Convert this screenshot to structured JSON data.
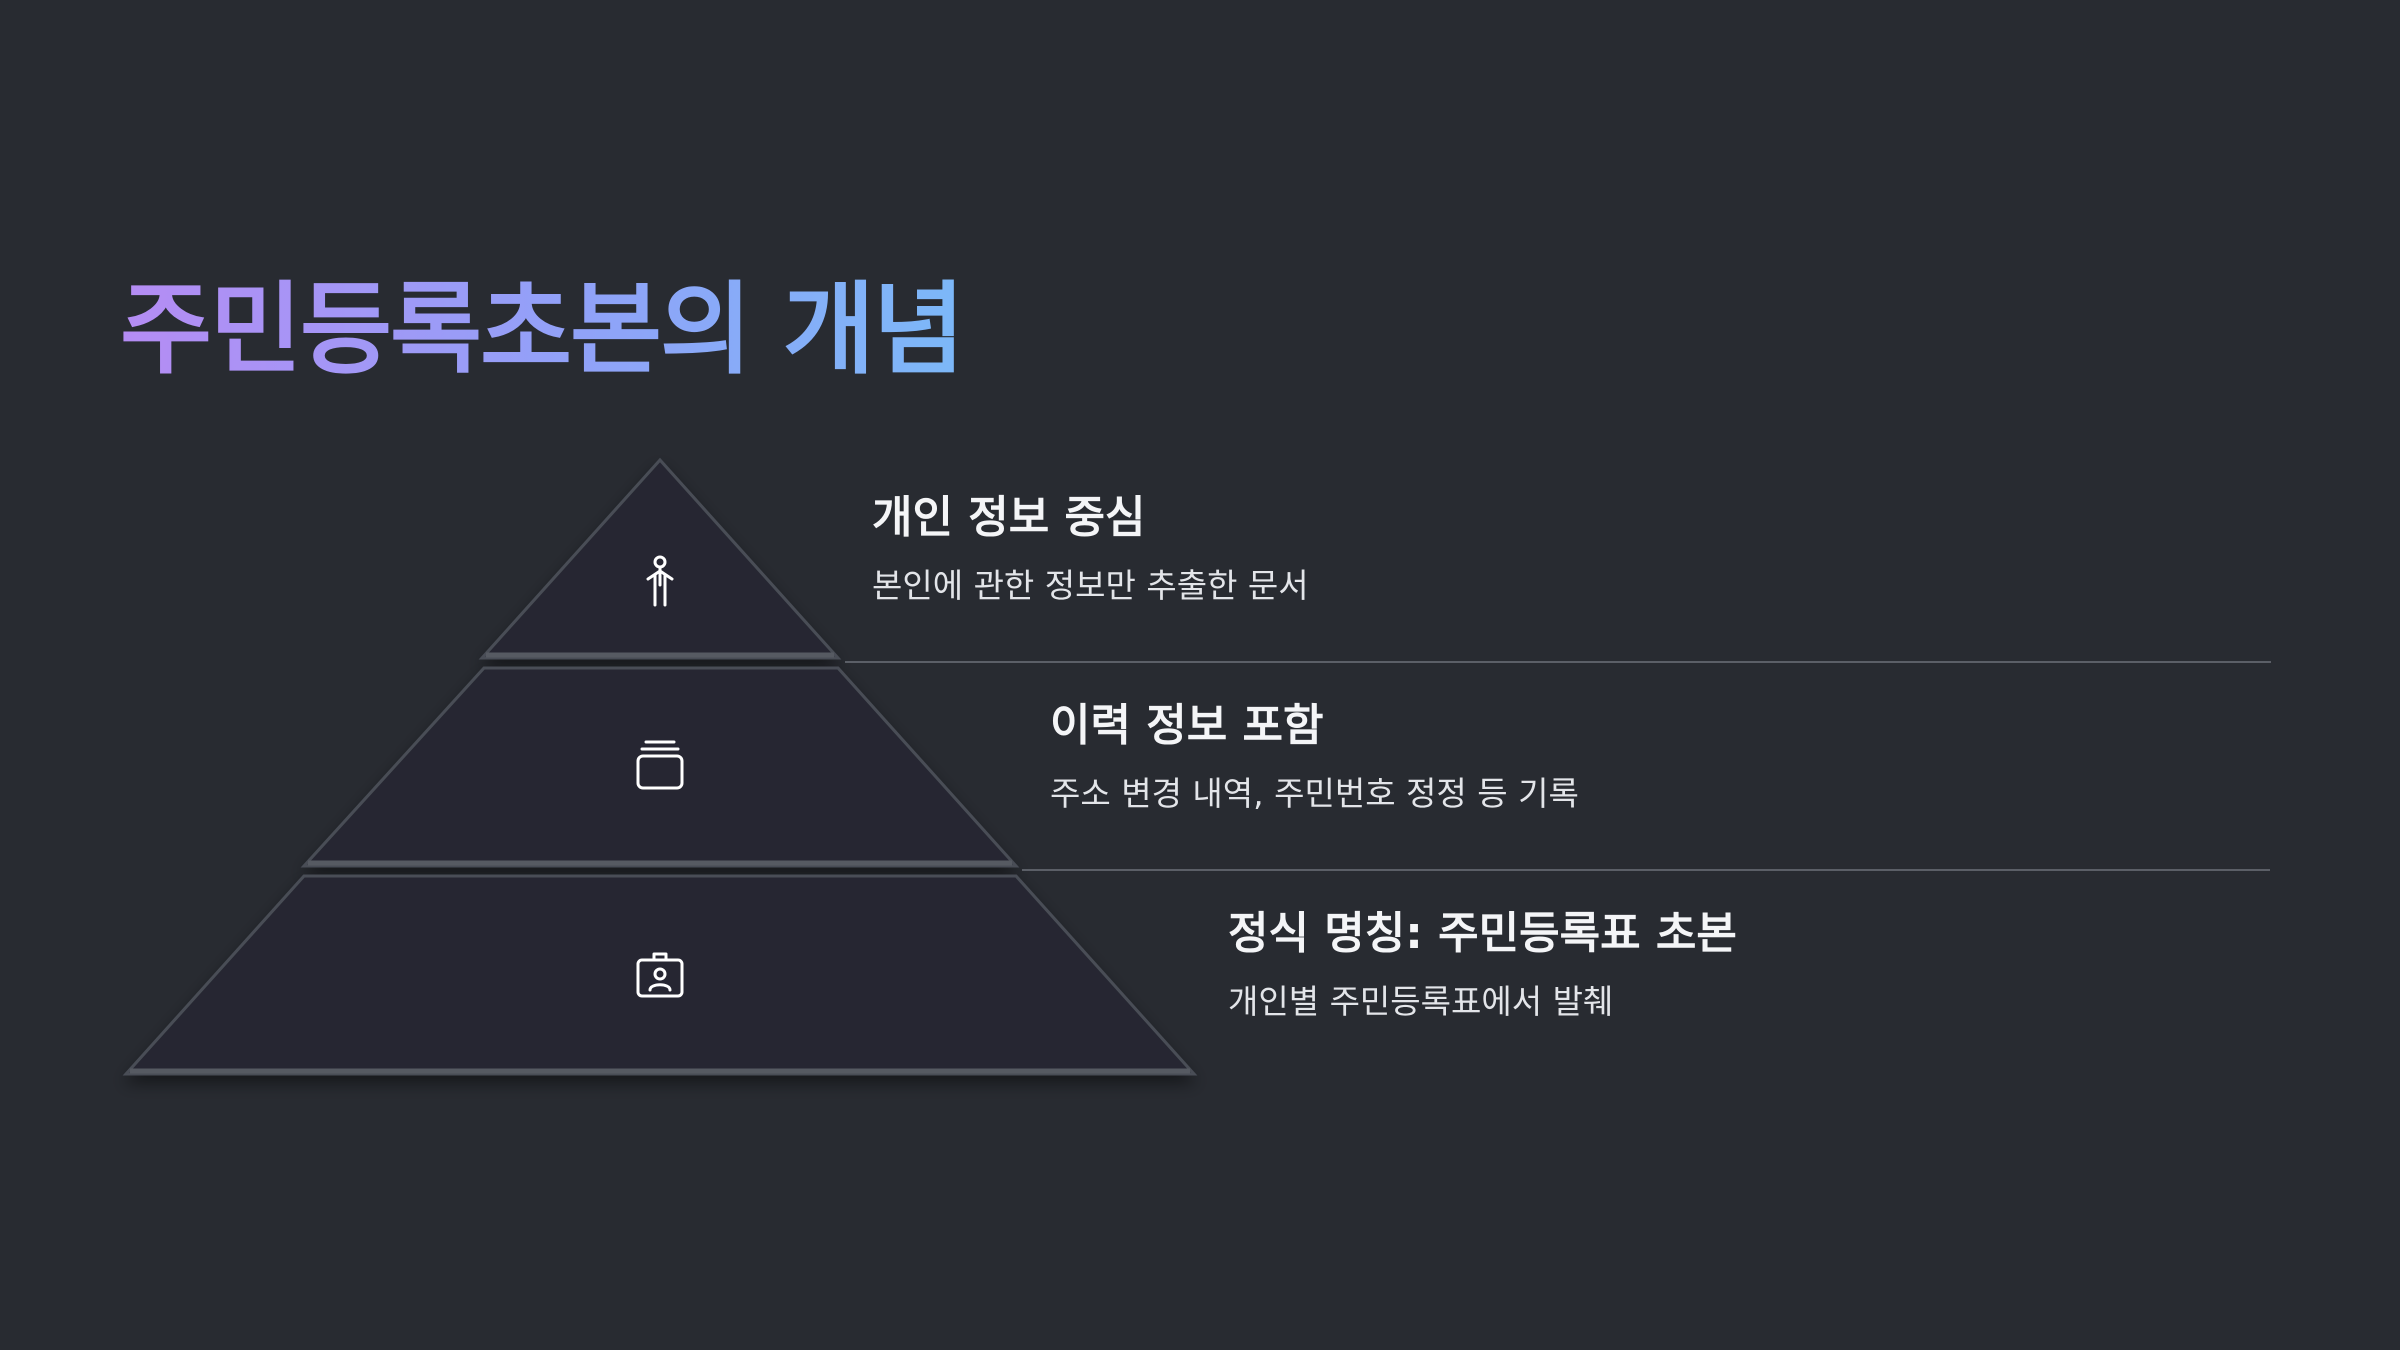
{
  "slide": {
    "title": "주민등록초본의 개념",
    "colors": {
      "background": "#282b31",
      "title_gradient_start": "#b58cf4",
      "title_gradient_end": "#7cb8f8",
      "tier_fill": "#252830",
      "divider": "#5b5f67"
    },
    "levels": [
      {
        "title": "개인 정보 중심",
        "description": "본인에 관한 정보만 추출한 문서",
        "icon": "person-icon"
      },
      {
        "title": "이력 정보 포함",
        "description": "주소 변경 내역, 주민번호 정정 등 기록",
        "icon": "stacked-cards-icon"
      },
      {
        "title": "정식 명칭: 주민등록표 초본",
        "description": "개인별 주민등록표에서 발췌",
        "icon": "id-card-icon"
      }
    ]
  }
}
